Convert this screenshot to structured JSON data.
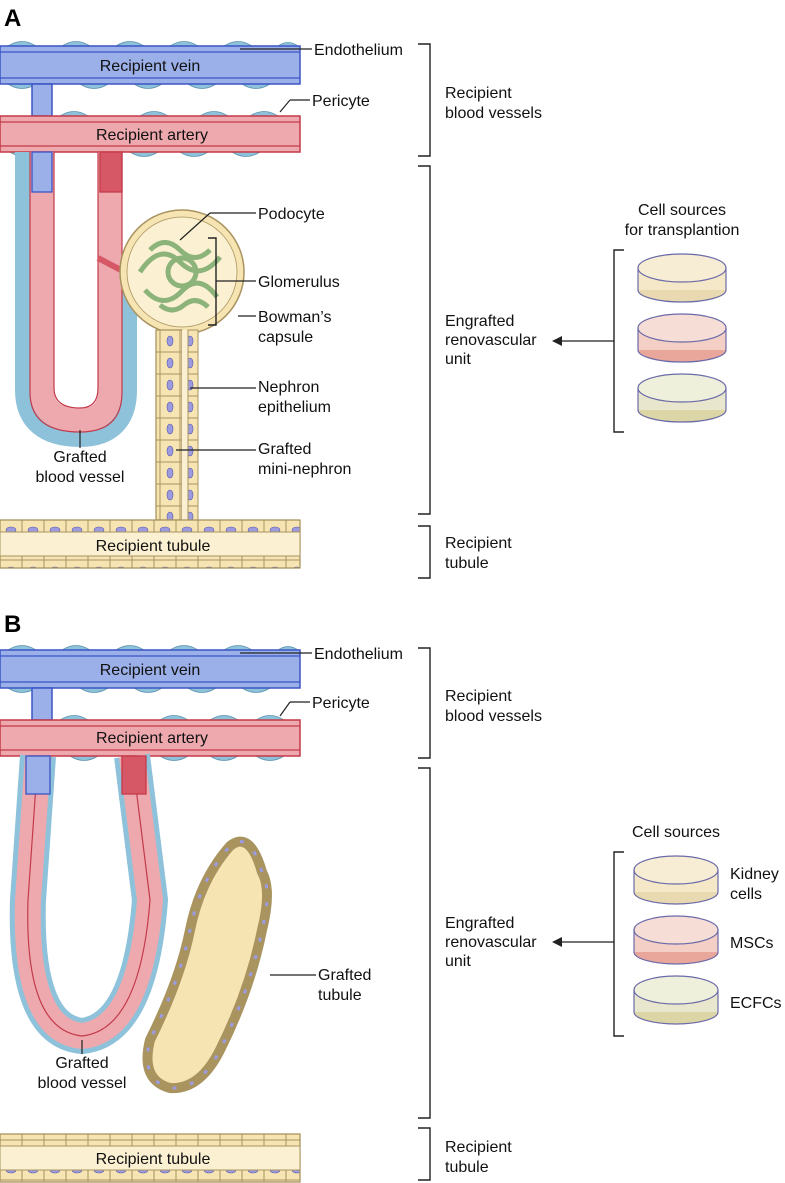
{
  "colors": {
    "vein_fill": "#9bb0e8",
    "vein_line": "#3b55c4",
    "artery_fill": "#eda9ae",
    "artery_line": "#c33a4a",
    "tubule_fill": "#f6e4b3",
    "tubule_line": "#a99460",
    "pericyte": "#8ec2da",
    "nucleus": "#9d9be0",
    "glomerulus": "#8bb37a"
  },
  "panel_a": {
    "letter": "A",
    "recipient_vein": "Recipient vein",
    "recipient_artery": "Recipient artery",
    "recipient_tubule": "Recipient tubule",
    "endothelium": "Endothelium",
    "pericyte": "Pericyte",
    "podocyte": "Podocyte",
    "glomerulus": "Glomerulus",
    "bowmans_line1": "Bowman’s",
    "bowmans_line2": "capsule",
    "nephron_epi_line1": "Nephron",
    "nephron_epi_line2": "epithelium",
    "mininephron_line1": "Grafted",
    "mininephron_line2": "mini-nephron",
    "grafted_vessel_line1": "Grafted",
    "grafted_vessel_line2": "blood vessel",
    "bracket_vessels_line1": "Recipient",
    "bracket_vessels_line2": "blood vessels",
    "bracket_unit_line1": "Engrafted",
    "bracket_unit_line2": "renovascular",
    "bracket_unit_line3": "unit",
    "bracket_tubule_line1": "Recipient",
    "bracket_tubule_line2": "tubule",
    "cell_sources_line1": "Cell sources",
    "cell_sources_line2": "for transplantion"
  },
  "panel_b": {
    "letter": "B",
    "recipient_vein": "Recipient vein",
    "recipient_artery": "Recipient artery",
    "recipient_tubule": "Recipient tubule",
    "endothelium": "Endothelium",
    "pericyte": "Pericyte",
    "grafted_tubule_line1": "Grafted",
    "grafted_tubule_line2": "tubule",
    "grafted_vessel_line1": "Grafted",
    "grafted_vessel_line2": "blood vessel",
    "bracket_vessels_line1": "Recipient",
    "bracket_vessels_line2": "blood vessels",
    "bracket_unit_line1": "Engrafted",
    "bracket_unit_line2": "renovascular",
    "bracket_unit_line3": "unit",
    "bracket_tubule_line1": "Recipient",
    "bracket_tubule_line2": "tubule",
    "cell_sources": "Cell sources",
    "dish1_line1": "Kidney",
    "dish1_line2": "cells",
    "dish2": "MSCs",
    "dish3": "ECFCs"
  }
}
